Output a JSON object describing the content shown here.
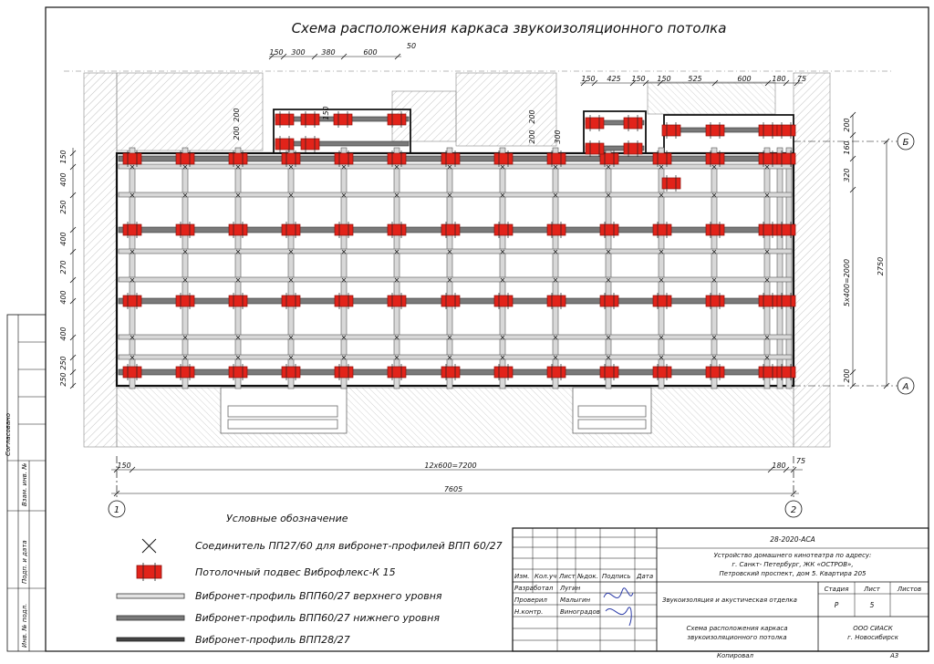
{
  "title": "Схема расположения каркаса звукоизоляционного потолка",
  "dims_top_left": [
    "150",
    "300",
    "380",
    "600",
    "50"
  ],
  "dims_top_right": [
    "150",
    "425",
    "150",
    "150",
    "525",
    "600",
    "180",
    "75"
  ],
  "dims_small_left": [
    "200",
    "200",
    "150"
  ],
  "dims_small_right": [
    "200",
    "200",
    "300"
  ],
  "dims_left": [
    "150",
    "400",
    "250",
    "400",
    "270",
    "400",
    "400",
    "250",
    "250"
  ],
  "dims_right": [
    "200",
    "160",
    "320",
    "5x400=2000",
    "200"
  ],
  "dim_total_height": "2750",
  "dims_bottom": {
    "first": "150",
    "middle": "12x600=7200",
    "last1": "180",
    "last2": "75",
    "total": "7605"
  },
  "axes": {
    "a": "А",
    "b": "Б",
    "one": "1",
    "two": "2"
  },
  "legend": {
    "title": "Условные обозначение",
    "items": [
      "Соединитель ПП27/60 для вибронет-профилей ВПП 60/27",
      "Потолочный подвес Виброфлекс-К 15",
      "Вибронет-профиль ВПП60/27 верхнего уровня",
      "Вибронет-профиль ВПП60/27 нижнего уровня",
      "Вибронет-профиль ВПП28/27"
    ]
  },
  "side_stamp": [
    "Согласовано",
    "Взам. инв. №",
    "Подп. и дата",
    "Инв. № подл."
  ],
  "title_block": {
    "code": "28-2020-АСА",
    "project": [
      "Устройство домашнего кинотеатра по адресу:",
      "г. Санкт- Петербург, ЖК «ОСТРОВ»,",
      "Петровский проспект, дом 5. Квартира 205"
    ],
    "headers": [
      "Изм.",
      "Кол.уч",
      "Лист",
      "№док.",
      "Подпись",
      "Дата"
    ],
    "roles": [
      {
        "role": "Разработал",
        "name": "Лугин"
      },
      {
        "role": "Проверил",
        "name": "Малыгин"
      },
      {
        "role": "Н.контр.",
        "name": "Виноградов"
      }
    ],
    "section": "Звукоизоляция и акустическая отделка",
    "stage_header": "Стадия",
    "sheet_header": "Лист",
    "sheets_header": "Листов",
    "stage": "Р",
    "sheet": "5",
    "drawing_name": [
      "Схема расположения каркаса",
      "звукоизоляционного потолка"
    ],
    "company": [
      "ООО СИАСК",
      "г. Новосибирск"
    ],
    "copied": "Копировал",
    "format": "А3"
  },
  "colors": {
    "hanger": "#e2231a",
    "profile_dark": "#7a7a7a",
    "profile_light": "#d8d8d8",
    "hatch": "#9a9a9a",
    "line": "#111111"
  }
}
